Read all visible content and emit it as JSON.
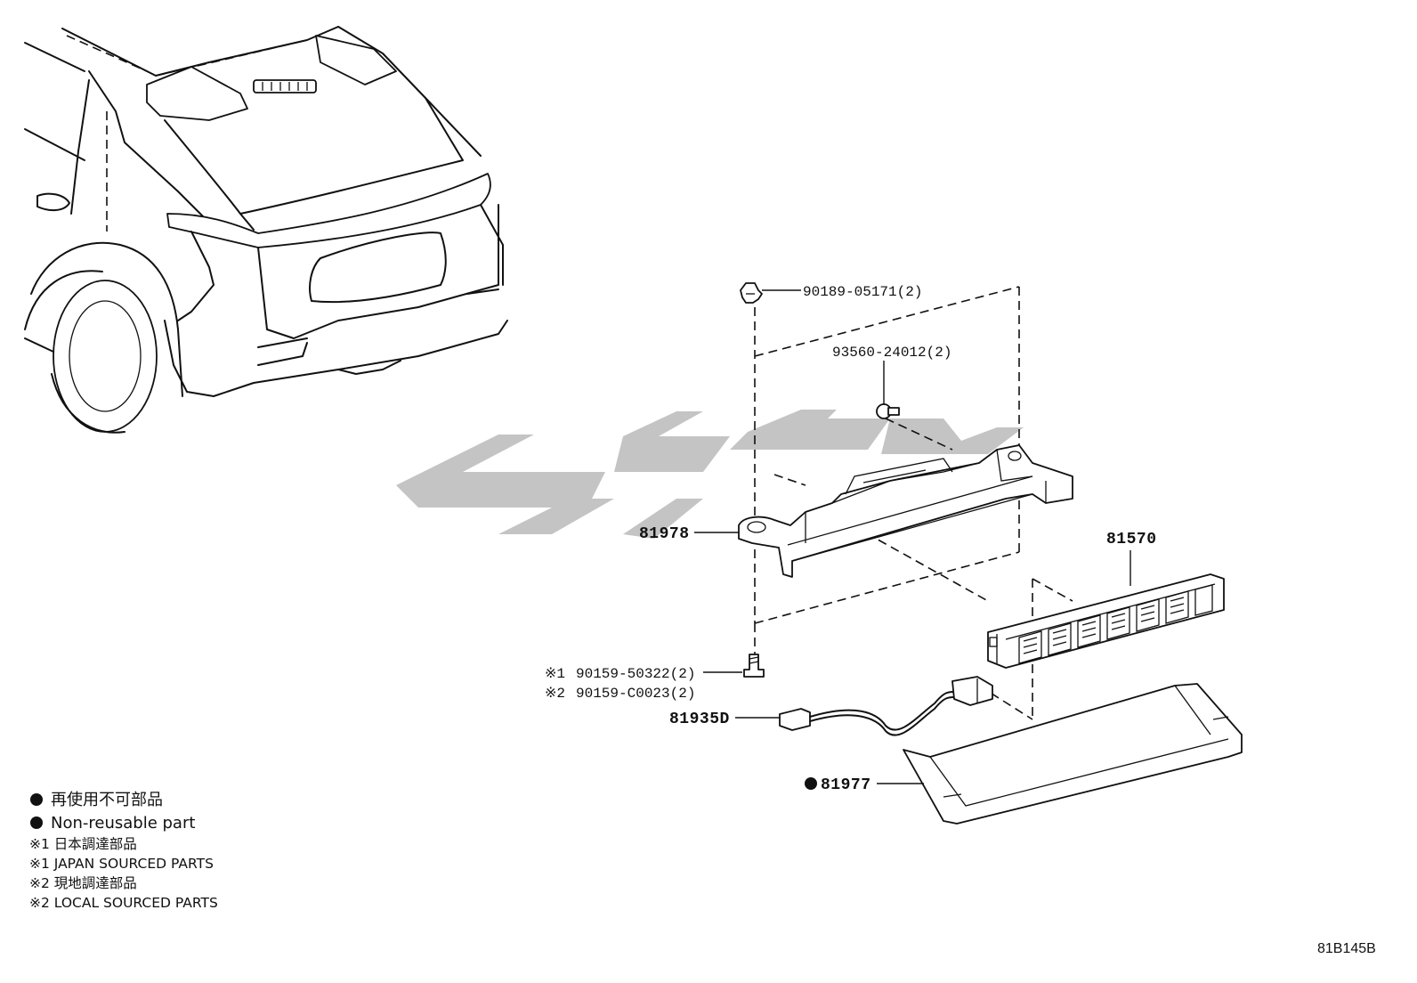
{
  "parts": {
    "clip": "90189-05171(2)",
    "screw": "93560-24012(2)",
    "bracket": "81978",
    "lamp": "81570",
    "bolt_japan": "90159-50322(2)",
    "bolt_local": "90159-C0023(2)",
    "bolt_japan_mark": "※1",
    "bolt_local_mark": "※2",
    "harness": "81935D",
    "cover": "81977"
  },
  "legend": {
    "nonreusable_jp": "再使用不可部品",
    "nonreusable_en": "Non-reusable part",
    "japan_jp": "※1 日本調達部品",
    "japan_en": "※1 JAPAN SOURCED PARTS",
    "local_jp": "※2 現地調達部品",
    "local_en": "※2 LOCAL SOURCED PARTS"
  },
  "diagram_code": "81B145B",
  "colors": {
    "line": "#111111",
    "watermark": "#c4c4c4",
    "background": "#ffffff"
  }
}
